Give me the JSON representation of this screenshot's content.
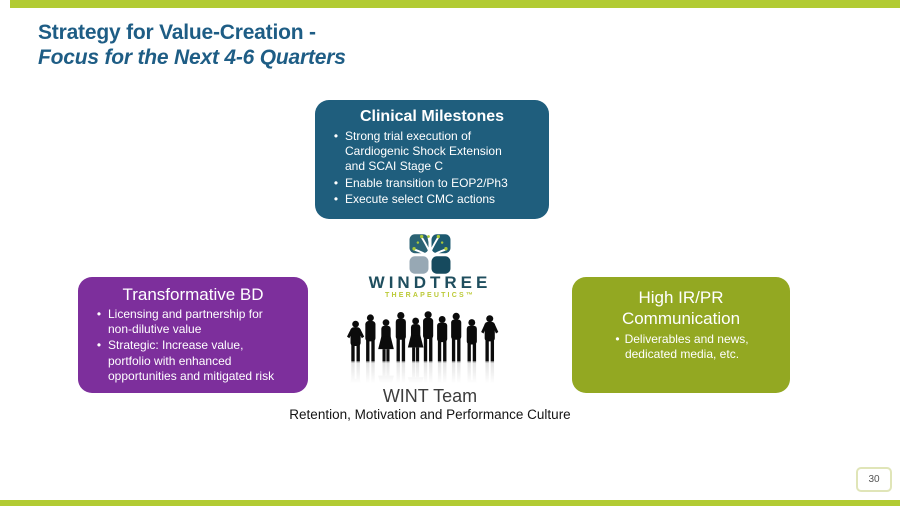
{
  "slide": {
    "title_line1": "Strategy for Value-Creation -",
    "title_line2": "Focus for the Next 4-6 Quarters",
    "page_number": "30"
  },
  "colors": {
    "accent_green_bar": "#b2cb33",
    "clinical_box_blue": "#1f5e7d",
    "bd_box_purple": "#7d2f9c",
    "irpr_box_olive": "#93a822",
    "title_text_blue": "#1e5d85",
    "logo_teal": "#1f4e5e",
    "logo_tagline_green": "#bcca37"
  },
  "boxes": {
    "clinical": {
      "title": "Clinical Milestones",
      "bullets": [
        "Strong trial execution of Cardiogenic Shock Extension and SCAI Stage C",
        "Enable transition to EOP2/Ph3",
        "Execute select CMC actions"
      ]
    },
    "bd": {
      "title": "Transformative BD",
      "bullets": [
        "Licensing and partnership for non-dilutive value",
        "Strategic: Increase value, portfolio with enhanced opportunities and mitigated risk"
      ]
    },
    "irpr": {
      "title": "High IR/PR Communication",
      "bullets": [
        "Deliverables and news, dedicated media, etc."
      ]
    }
  },
  "logo": {
    "name": "WINDTREE",
    "tagline": "THERAPEUTICS™"
  },
  "team": {
    "label": "WINT Team",
    "subtitle": "Retention, Motivation and Performance Culture"
  }
}
